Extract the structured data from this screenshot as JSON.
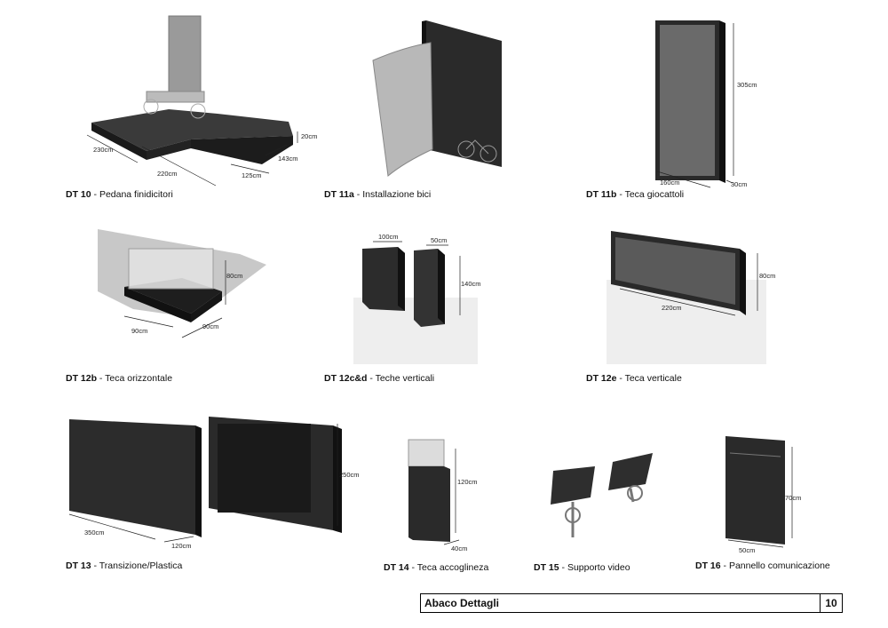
{
  "items": [
    {
      "code": "DT 10",
      "name": "Pedana finidicitori",
      "dims": [
        "230cm",
        "220cm",
        "125cm",
        "143cm",
        "20cm"
      ]
    },
    {
      "code": "DT 11a",
      "name": "Installazione bici",
      "dims": []
    },
    {
      "code": "DT 11b",
      "name": "Teca giocattoli",
      "dims": [
        "305cm",
        "160cm",
        "30cm"
      ]
    },
    {
      "code": "DT 12b",
      "name": "Teca orizzontale",
      "dims": [
        "80cm",
        "90cm",
        "90cm"
      ]
    },
    {
      "code": "DT 12c&d",
      "name": "Teche verticali",
      "dims": [
        "100cm",
        "50cm",
        "140cm"
      ]
    },
    {
      "code": "DT 12e",
      "name": "Teca verticale",
      "dims": [
        "80cm",
        "220cm"
      ]
    },
    {
      "code": "DT 13",
      "name": "Transizione/Plastica",
      "dims": [
        "250cm",
        "350cm",
        "120cm"
      ]
    },
    {
      "code": "DT 14",
      "name": "Teca accoglineza",
      "dims": [
        "120cm",
        "40cm"
      ]
    },
    {
      "code": "DT 15",
      "name": "Supporto video",
      "dims": []
    },
    {
      "code": "DT 16",
      "name": "Pannello comunicazione",
      "dims": [
        "70cm",
        "50cm"
      ]
    }
  ],
  "footer": {
    "title": "Abaco Dettagli",
    "page": "10"
  }
}
